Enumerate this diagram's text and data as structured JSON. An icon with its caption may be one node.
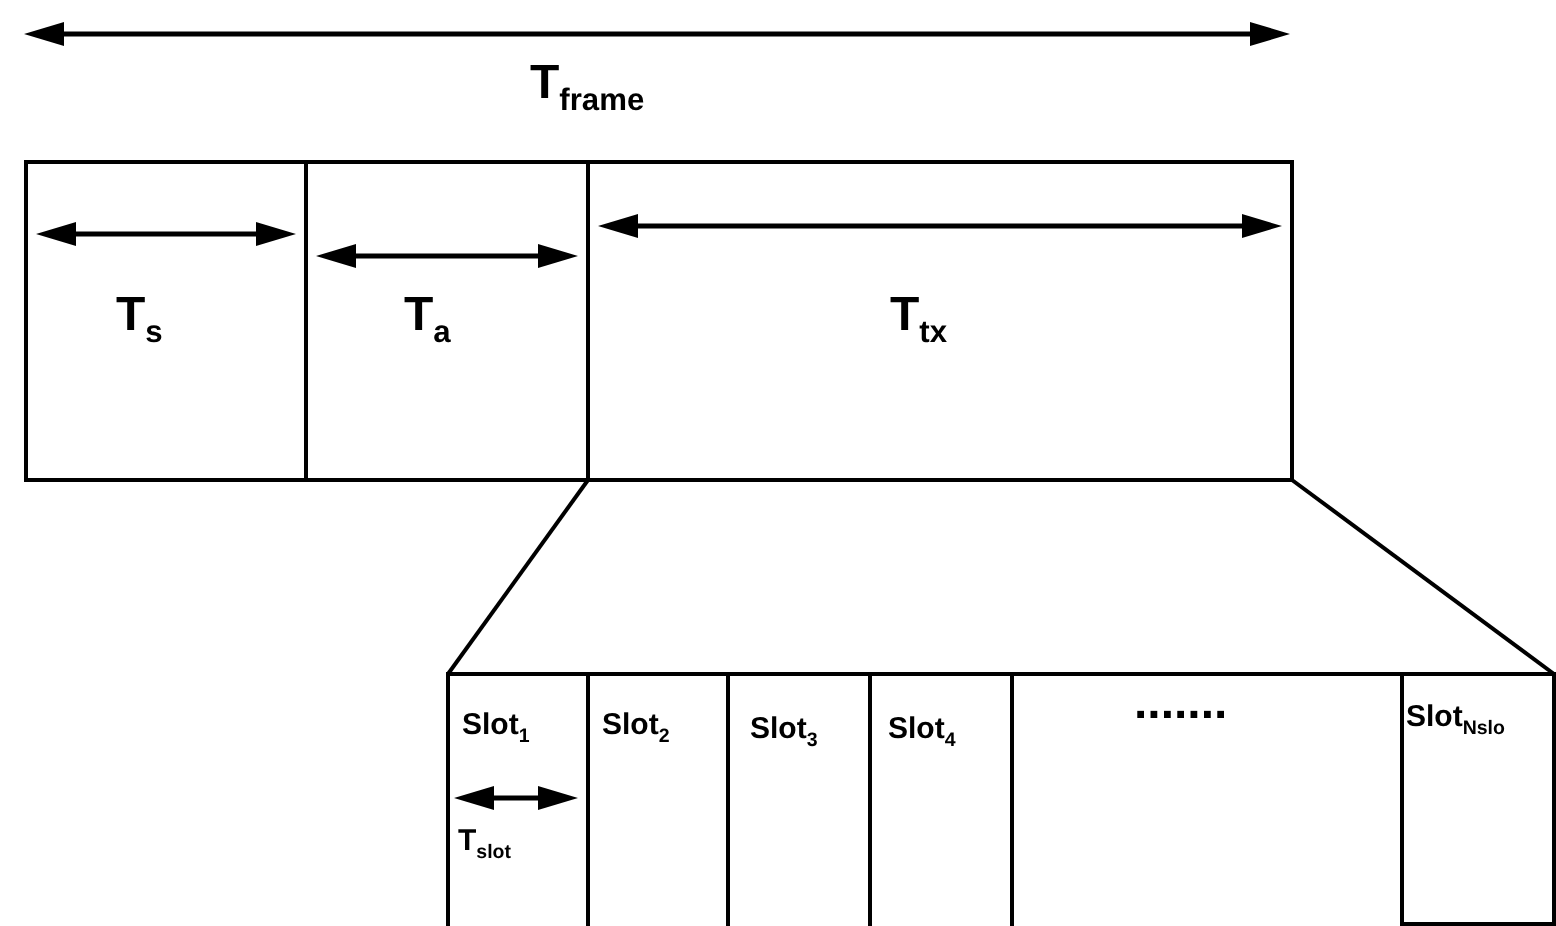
{
  "diagram": {
    "nodes": [
      {
        "text": [
          "T$_{s}$"
        ]
      },
      {
        "text": [
          "T$_{a}$"
        ]
      },
      {
        "text": [
          "T$_{tx}$"
        ]
      },
      {
        "text": [
          "Slot$_{1}$"
        ]
      },
      {
        "text": [
          "Slot$_{2}$"
        ]
      },
      {
        "text": [
          "Slot$_{3}$"
        ]
      },
      {
        "text": [
          "Slot$_{4}$"
        ]
      },
      {
        "text": [
          "......."
        ]
      },
      {
        "text": [
          "Slot$_{Nslo}$"
        ]
      }
    ],
    "edges": [
      {
        "from": 2,
        "to": 3,
        "arrow": "none"
      },
      {
        "from": 2,
        "to": 8,
        "arrow": "none"
      }
    ],
    "labels": [
      "T$_{frame}$",
      "T$_{slot}$"
    ]
  }
}
